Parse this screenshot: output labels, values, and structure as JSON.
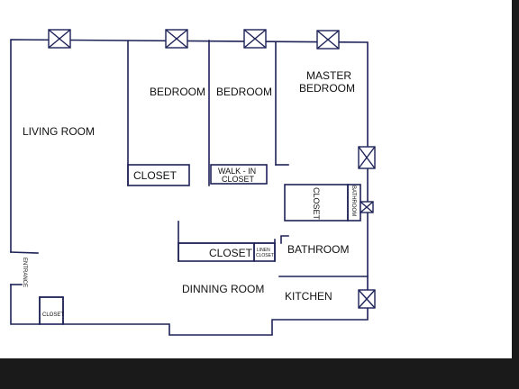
{
  "rooms": {
    "living_room": "LIVING ROOM",
    "bedroom_1": "BEDROOM",
    "bedroom_2": "BEDROOM",
    "master_bedroom_line1": "MASTER",
    "master_bedroom_line2": "BEDROOM",
    "closet_1": "CLOSET",
    "walk_in_line1": "WALK - IN",
    "walk_in_line2": "CLOSET",
    "closet_master": "CLOSET",
    "bathroom_small": "BATHROOM",
    "closet_center": "CLOSET",
    "linen_line1": "LINEN",
    "linen_line2": "CLOSET",
    "bathroom": "BATHROOM",
    "dining_room": "DINNING ROOM",
    "kitchen": "KITCHEN",
    "entrance": "ENTRANCE",
    "closet_entrance": "CLOSET"
  },
  "colors": {
    "wall": "#1d2257",
    "background": "#ffffff",
    "frame": "#1a1a1a"
  }
}
